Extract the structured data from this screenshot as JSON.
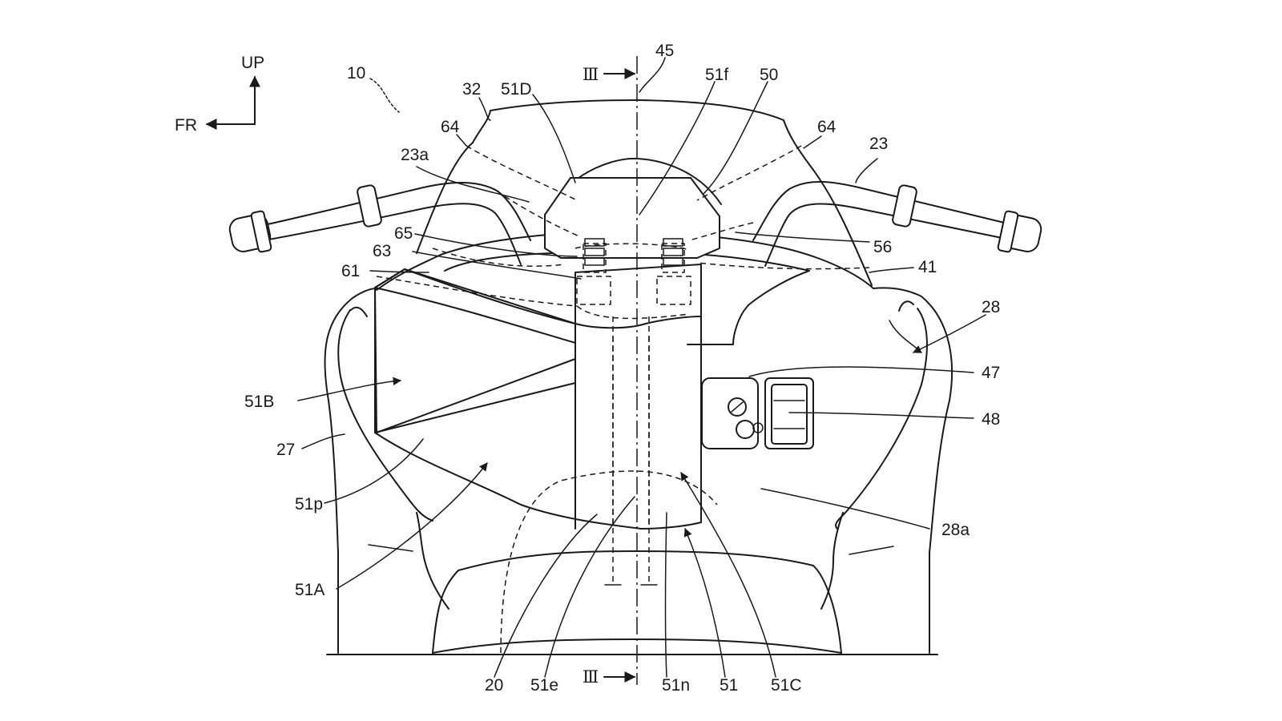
{
  "figure": {
    "reference_number": "10",
    "orientation": {
      "up_label": "UP",
      "front_label": "FR"
    },
    "section_mark": "Ⅲ",
    "labels": {
      "l10": "10",
      "l45": "45",
      "l32": "32",
      "l51D": "51D",
      "l51f": "51f",
      "l50": "50",
      "l64a": "64",
      "l64b": "64",
      "l23": "23",
      "l23a": "23a",
      "l65": "65",
      "l63": "63",
      "l61": "61",
      "l56": "56",
      "l41": "41",
      "l28": "28",
      "l47": "47",
      "l48": "48",
      "l51B": "51B",
      "l27": "27",
      "l51p": "51p",
      "l28a": "28a",
      "l51A": "51A",
      "l20": "20",
      "l51e": "51e",
      "l51n": "51n",
      "l51": "51",
      "l51C": "51C"
    }
  }
}
